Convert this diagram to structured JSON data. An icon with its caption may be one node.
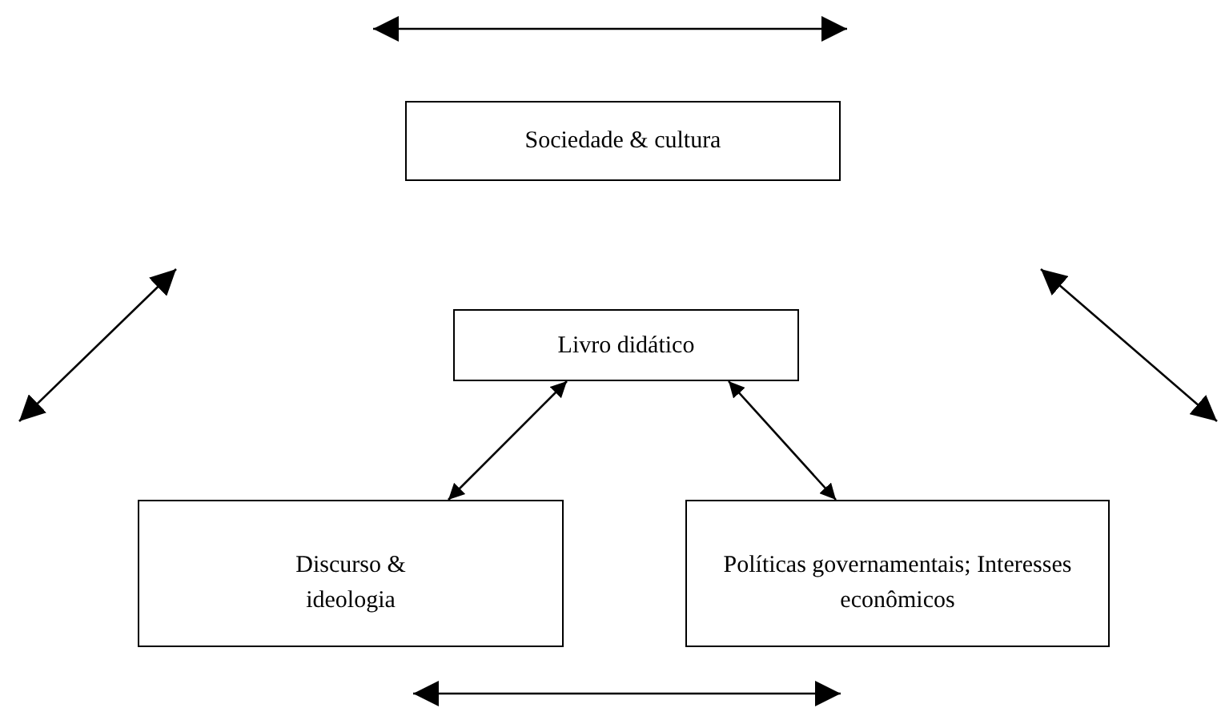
{
  "diagram": {
    "nodes": [
      {
        "text": [
          "Sociedade & cultura"
        ]
      },
      {
        "text": [
          "Livro didático"
        ]
      },
      {
        "text": [
          "Discurso & ideologia"
        ]
      },
      {
        "text": [
          "Políticas governamentais; Interesses econômicos"
        ]
      }
    ],
    "edges": [
      {
        "from": 1,
        "to": 2,
        "arrow": "both"
      },
      {
        "from": 1,
        "to": 3,
        "arrow": "both"
      }
    ]
  }
}
